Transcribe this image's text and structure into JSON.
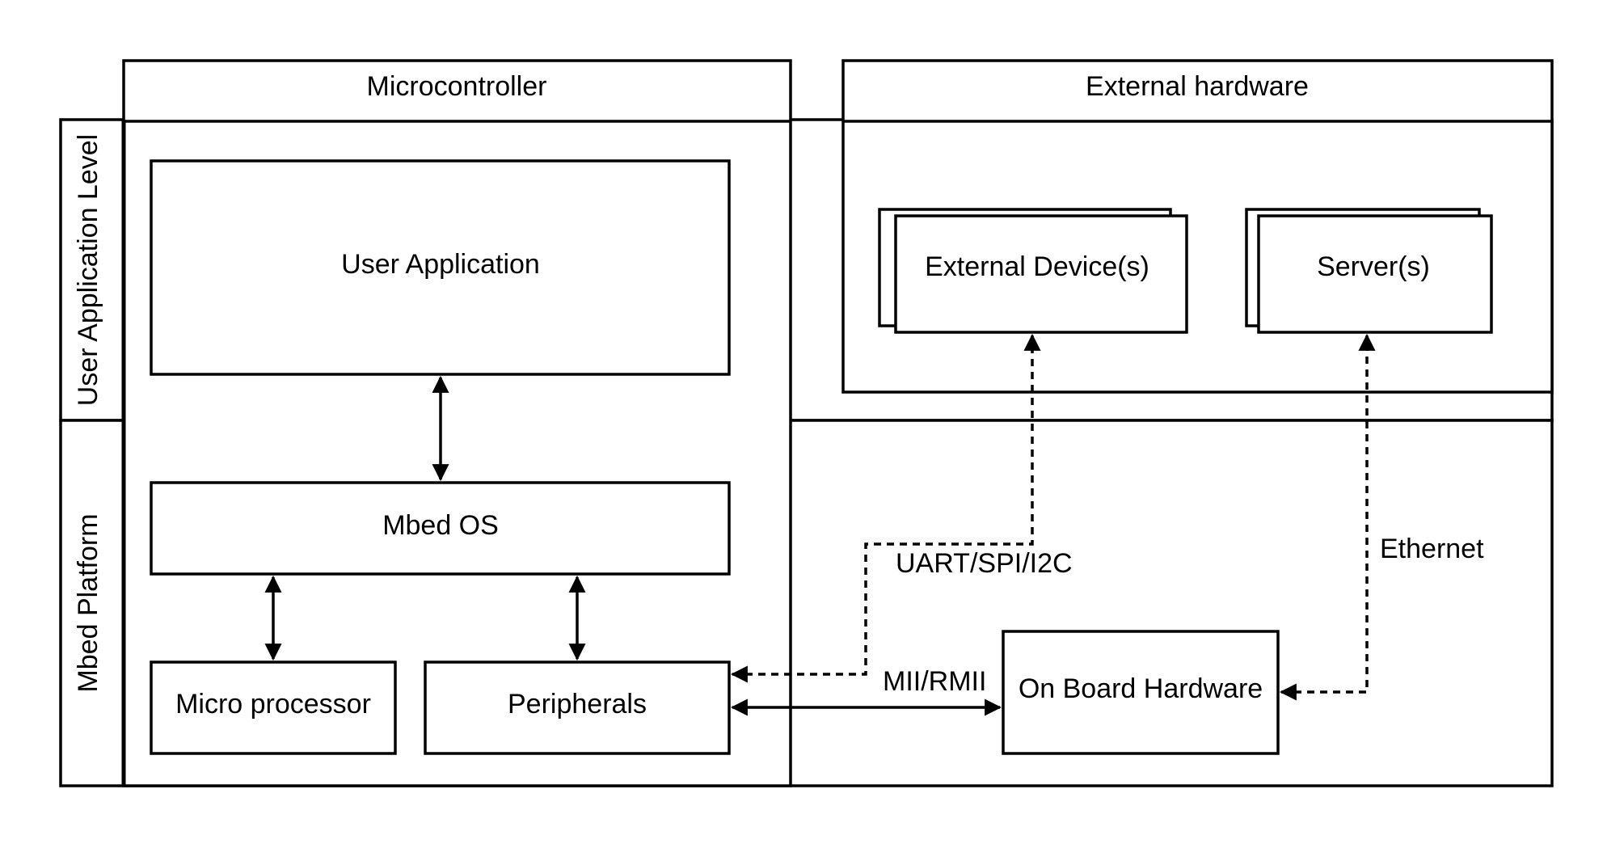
{
  "diagram": {
    "columns": {
      "microcontroller": "Microcontroller",
      "external_hardware": "External hardware"
    },
    "rows": {
      "user_application_level": "User Application Level",
      "mbed_platform": "Mbed Platform"
    },
    "nodes": {
      "user_application": "User Application",
      "mbed_os": "Mbed OS",
      "micro_processor": "Micro processor",
      "peripherals": "Peripherals",
      "on_board_hardware": "On Board Hardware",
      "external_devices": "External Device(s)",
      "servers": "Server(s)"
    },
    "edges": {
      "uart_spi_i2c": "UART/SPI/I2C",
      "mii_rmii": "MII/RMII",
      "ethernet": "Ethernet"
    }
  }
}
